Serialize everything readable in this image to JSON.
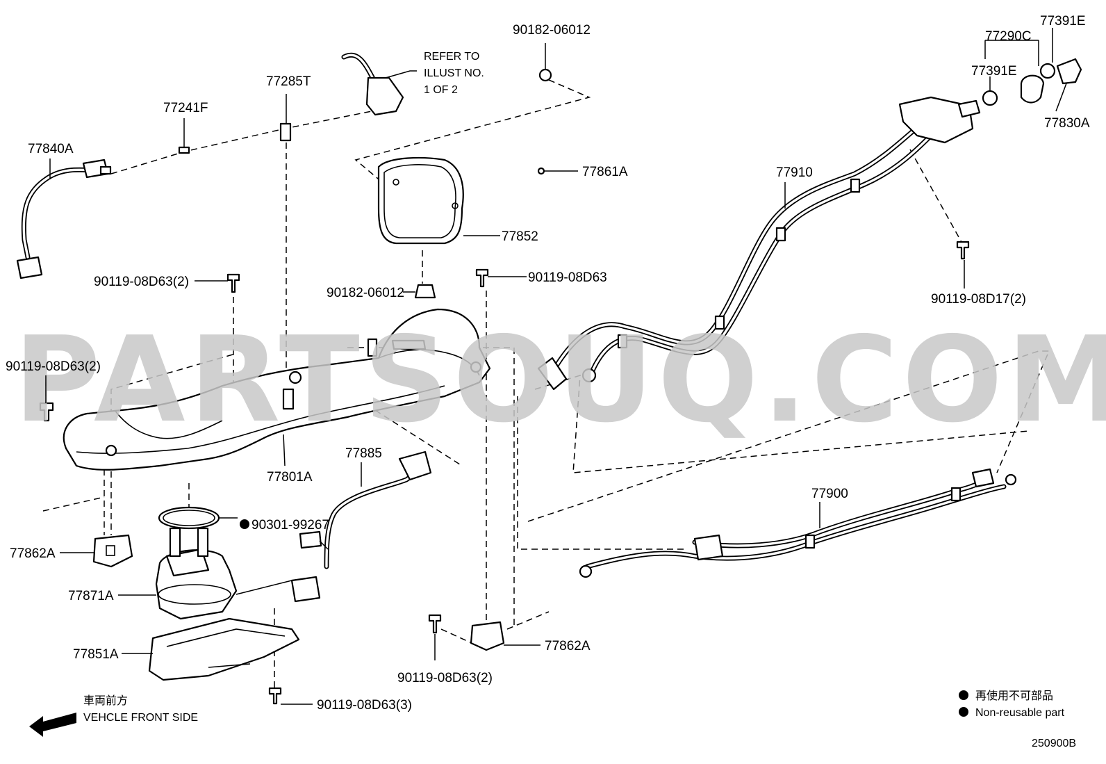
{
  "labels": {
    "p90182_06012_top": "90182-06012",
    "p77391E_top": "77391E",
    "p77290C": "77290C",
    "p77391E": "77391E",
    "p77830A": "77830A",
    "p77285T": "77285T",
    "p77241F": "77241F",
    "p77840A": "77840A",
    "p77861A": "77861A",
    "p77852": "77852",
    "p77910": "77910",
    "p90119_08D63_2_a": "90119-08D63(2)",
    "p90182_06012_mid": "90182-06012",
    "p90119_08D63_mid": "90119-08D63",
    "p90119_08D17_2": "90119-08D17(2)",
    "p90119_08D63_2_b": "90119-08D63(2)",
    "p77801A": "77801A",
    "p77885": "77885",
    "p90301_99267": "90301-99267",
    "p77862A_left": "77862A",
    "p77871A": "77871A",
    "p77900": "77900",
    "p77851A": "77851A",
    "p77862A_right": "77862A",
    "p90119_08D63_2_c": "90119-08D63(2)",
    "p90119_08D63_3": "90119-08D63(3)"
  },
  "refer": [
    "REFER TO",
    "ILLUST NO.",
    "1 OF 2"
  ],
  "vehicle": {
    "jp": "車両前方",
    "en": "VEHCLE FRONT SIDE"
  },
  "legend": {
    "jp": "再使用不可部品",
    "en": "Non-reusable part"
  },
  "watermark": "PARTSOUQ.COM",
  "figure_code": "250900B",
  "colors": {
    "ink": "#000000",
    "watermark": "#c8c8c8",
    "paper": "#ffffff"
  }
}
